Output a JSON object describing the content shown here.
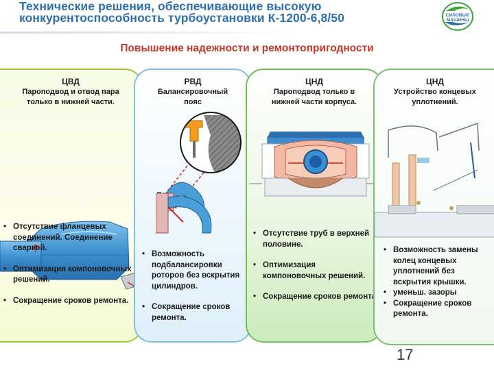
{
  "header": {
    "title_line1": "Технические решения, обеспечивающие высокую",
    "title_line2": "конкурентоспособность турбоустановки К-1200-6,8/50",
    "logo_text_line1": "СИЛОВЫЕ",
    "logo_text_line2": "МАШИНЫ"
  },
  "subtitle": "Повышение надежности и ремонтопригодности",
  "panels": [
    {
      "heading": "ЦВД",
      "caption_line1": "Пароподвод и отвод пара",
      "caption_line2": "только в нижней части.",
      "bullets": [
        "Отсутствие фланцевых соединений. Соединение сваркой.",
        "Оптимизация компоновочных решений.",
        "Сокращение сроков ремонта."
      ],
      "color": "#9bcf3a"
    },
    {
      "heading": "РВД",
      "caption_line1": "Балансировочный",
      "caption_line2": "пояс",
      "bullets": [
        "Возможность подбалансировки роторов без вскрытия цилиндров.",
        "Сокращение сроков ремонта."
      ],
      "color": "#7ec0e8"
    },
    {
      "heading": "ЦНД",
      "caption_line1": "Пароподвод только в",
      "caption_line2": "нижней части корпуса.",
      "bullets": [
        "Отсутствие труб в верхней половине.",
        "Оптимизация компоновочных решений.",
        "Сокращение сроков ремонта."
      ],
      "color": "#6fbf55"
    },
    {
      "heading": "ЦНД",
      "caption_line1": "Устройство концевых",
      "caption_line2": "уплотнений.",
      "bullets": [
        "Возможность замены колец концевых уплотнений без вскрытия крышки.",
        "уменьш. зазоры",
        "Сокращение сроков ремонта."
      ],
      "color": "#7cc17b"
    }
  ],
  "page_number": "17",
  "colors": {
    "title": "#2f6fae",
    "subtitle": "#c0392b",
    "casing_blue": "#4a9fd8"
  }
}
